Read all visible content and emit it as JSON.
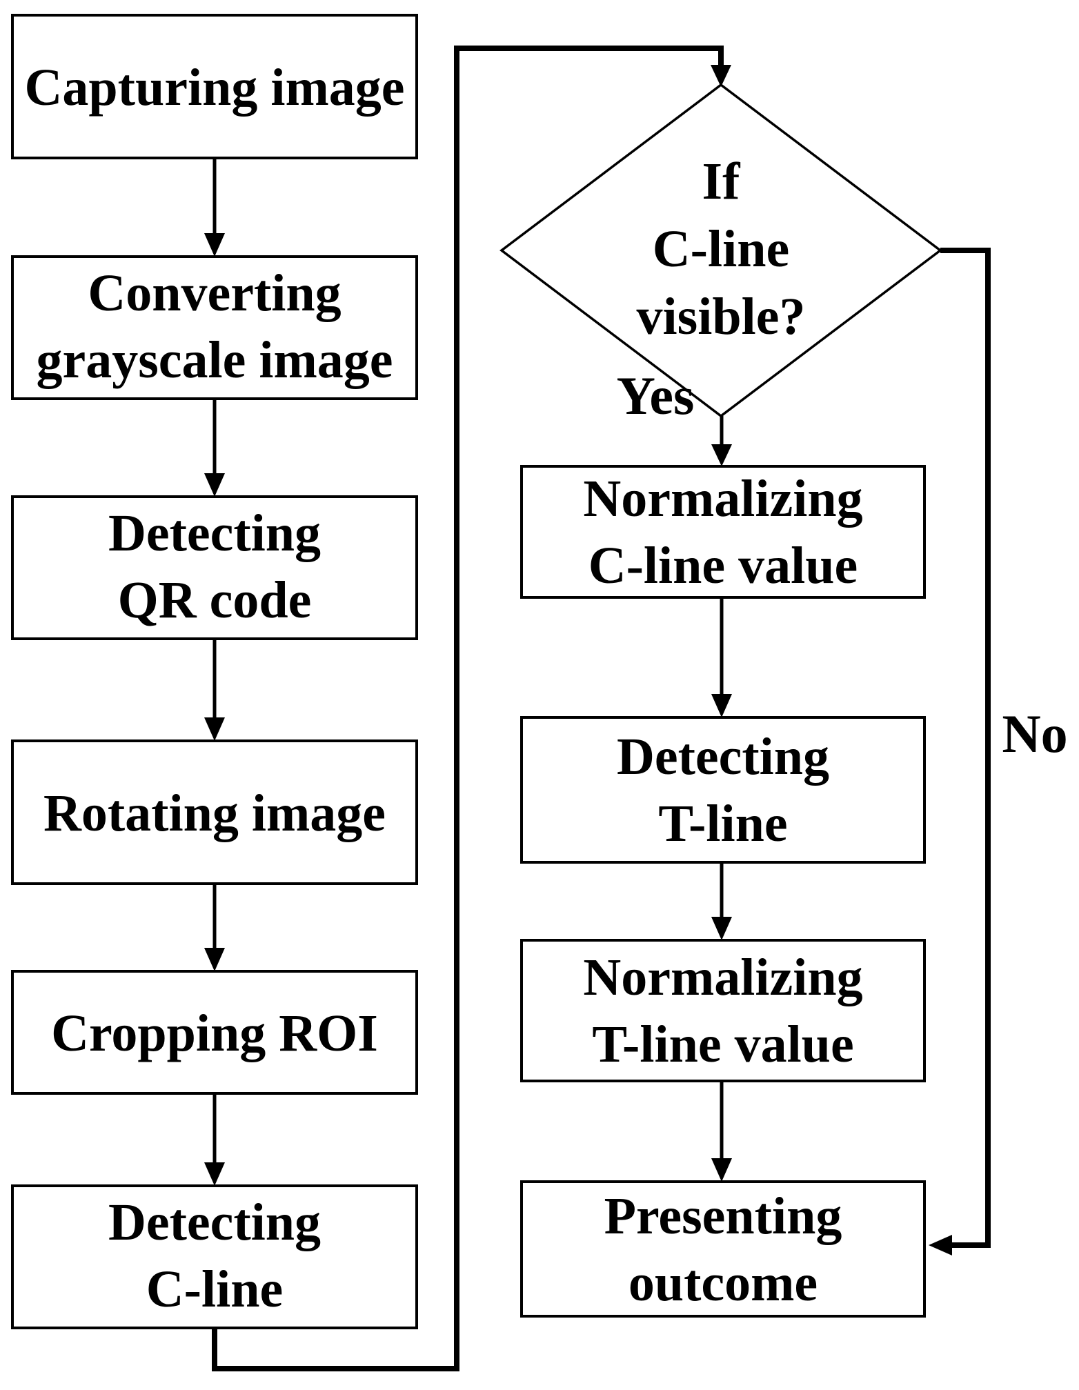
{
  "diagram_type": "flowchart",
  "colors": {
    "background": "#ffffff",
    "shape_fill": "#ffffff",
    "line": "#000000",
    "text": "#000000"
  },
  "nodes": {
    "capturing": {
      "lines": [
        "Capturing image"
      ]
    },
    "converting": {
      "lines": [
        "Converting",
        "grayscale image"
      ]
    },
    "detecting_qr": {
      "lines": [
        "Detecting",
        "QR code"
      ]
    },
    "rotating": {
      "lines": [
        "Rotating image"
      ]
    },
    "cropping": {
      "lines": [
        "Cropping ROI"
      ]
    },
    "detecting_c": {
      "lines": [
        "Detecting",
        "C-line"
      ]
    },
    "decision": {
      "lines": [
        "If",
        "C-line",
        "visible?"
      ]
    },
    "normalizing_c": {
      "lines": [
        "Normalizing",
        "C-line value"
      ]
    },
    "detecting_t": {
      "lines": [
        "Detecting",
        "T-line"
      ]
    },
    "normalizing_t": {
      "lines": [
        "Normalizing",
        "T-line value"
      ]
    },
    "presenting": {
      "lines": [
        "Presenting",
        "outcome"
      ]
    }
  },
  "labels": {
    "yes": "Yes",
    "no": "No"
  }
}
